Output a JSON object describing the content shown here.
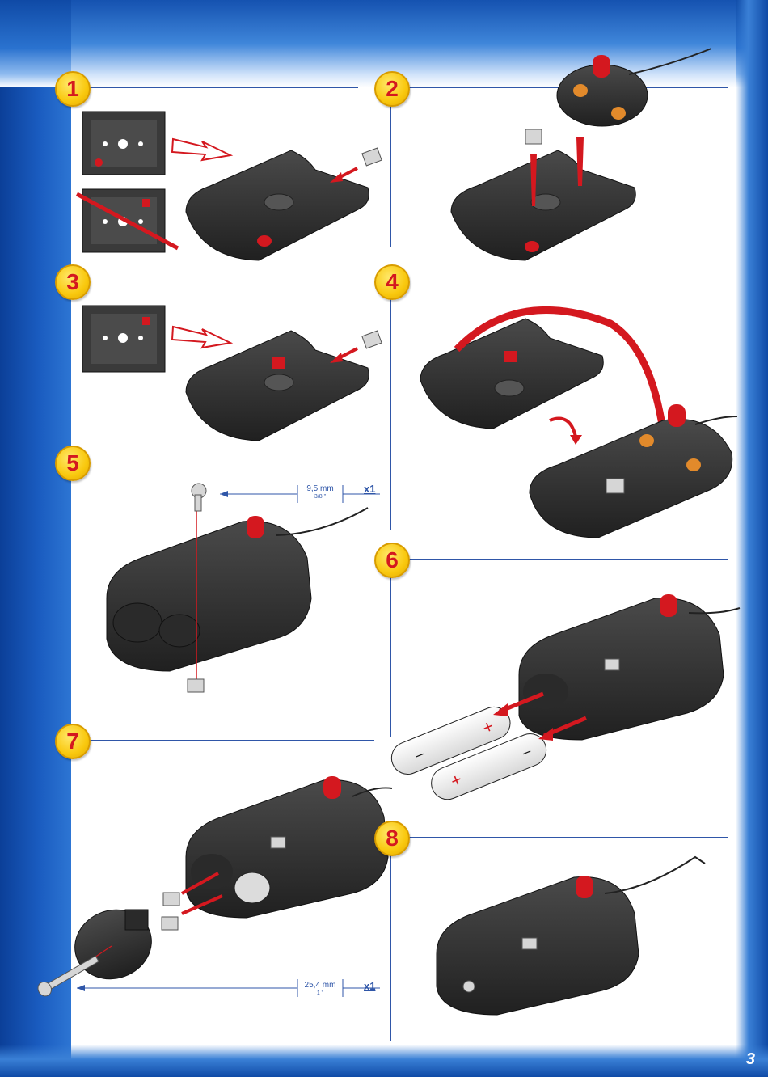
{
  "steps": [
    "1",
    "2",
    "3",
    "4",
    "5",
    "6",
    "7",
    "8"
  ],
  "step5": {
    "length": "9,5 mm",
    "fraction": "3/8 \"",
    "quantity": "x1"
  },
  "step7": {
    "length": "25,4 mm",
    "fraction": "1 \"",
    "quantity": "x1"
  },
  "page_number": "3",
  "colors": {
    "frame_blue": "#1a5cc0",
    "accent_red": "#d4181f",
    "badge_yellow": "#f9c80e",
    "part_dark": "#3a3a3a"
  }
}
